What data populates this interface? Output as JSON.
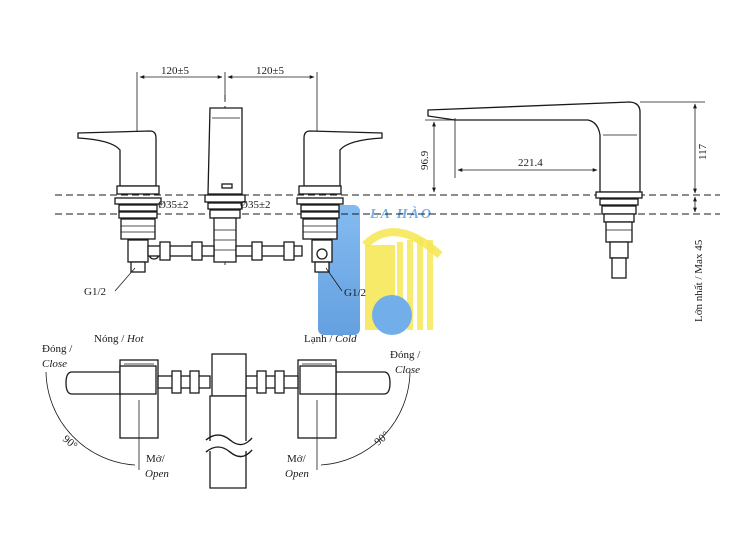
{
  "dimensions": {
    "spacing_left": "120±5",
    "spacing_right": "120±5",
    "diameter_left": "Ø35±2",
    "diameter_right": "Ø35±2",
    "spout_height": "96.9",
    "spout_reach": "221.4",
    "total_height": "117",
    "max_deck": "Lớn nhất / Max 45",
    "thread_left": "G1/2",
    "thread_right": "G1/2",
    "angle_left": "90°",
    "angle_right": "90°"
  },
  "labels": {
    "hot_vi": "Nóng /",
    "hot_en": "Hot",
    "cold_vi": "Lạnh /",
    "cold_en": "Cold",
    "close_left_vi": "Đóng /",
    "close_left_en": "Close",
    "close_right_vi": "Đóng /",
    "close_right_en": "Close",
    "open_left_vi": "Mở/",
    "open_left_en": "Open",
    "open_right_vi": "Mở/",
    "open_right_en": "Open"
  },
  "watermark": {
    "text": "LA HÀO",
    "colors": {
      "blue": "#5aa0e6",
      "yellow": "#f5e33a"
    }
  }
}
